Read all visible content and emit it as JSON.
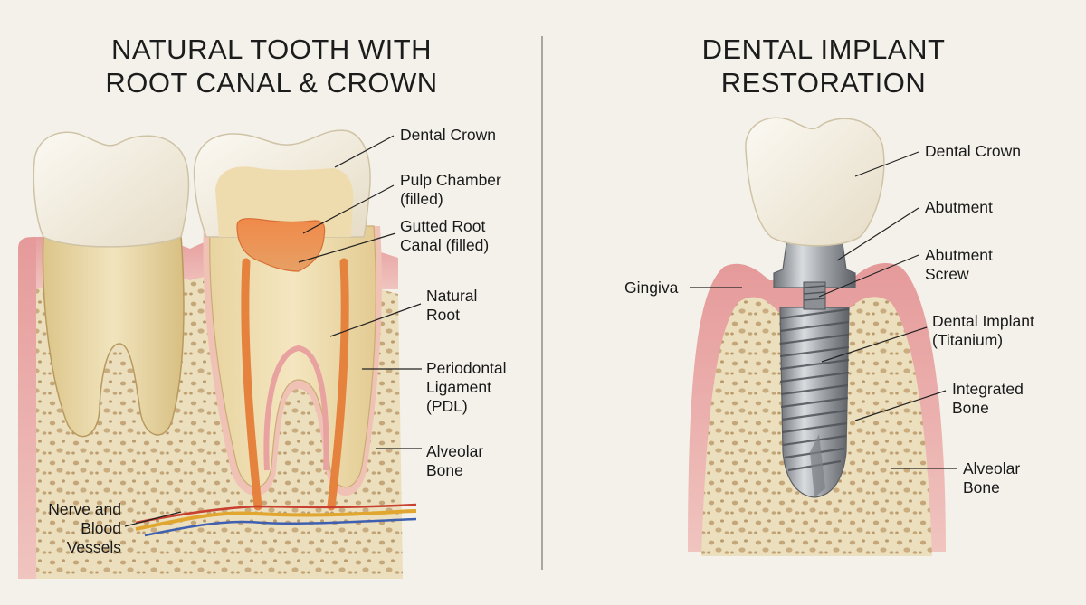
{
  "left_panel": {
    "title_line1": "NATURAL TOOTH WITH",
    "title_line2": "ROOT CANAL & CROWN",
    "labels": {
      "dental_crown": "Dental Crown",
      "pulp_chamber_1": "Pulp Chamber",
      "pulp_chamber_2": "(filled)",
      "gutted_root_1": "Gutted Root",
      "gutted_root_2": "Canal (filled)",
      "natural_root_1": "Natural",
      "natural_root_2": "Root",
      "pdl_1": "Periodontal",
      "pdl_2": "Ligament",
      "pdl_3": "(PDL)",
      "alveolar_1": "Alveolar",
      "alveolar_2": "Bone",
      "nerve_1": "Nerve and",
      "nerve_2": "Blood",
      "nerve_3": "Vessels"
    }
  },
  "right_panel": {
    "title_line1": "DENTAL IMPLANT",
    "title_line2": "RESTORATION",
    "labels": {
      "dental_crown": "Dental Crown",
      "abutment": "Abutment",
      "abutment_screw_1": "Abutment",
      "abutment_screw_2": "Screw",
      "gingiva": "Gingiva",
      "implant_1": "Dental Implant",
      "implant_2": "(Titanium)",
      "integrated_1": "Integrated",
      "integrated_2": "Bone",
      "alveolar_1": "Alveolar",
      "alveolar_2": "Bone"
    }
  },
  "colors": {
    "background": "#f4f1ea",
    "bone": "#eadcb8",
    "bone_pore": "#b99a6c",
    "gum": "#e8a8a6",
    "enamel": "#f3efe6",
    "dentin": "#e9d7a6",
    "pulp": "#e8844a",
    "titanium": "#a6a9ad",
    "nerve": "#e0a630",
    "vessel_red": "#c8402f",
    "vessel_blue": "#3f5fb0"
  }
}
